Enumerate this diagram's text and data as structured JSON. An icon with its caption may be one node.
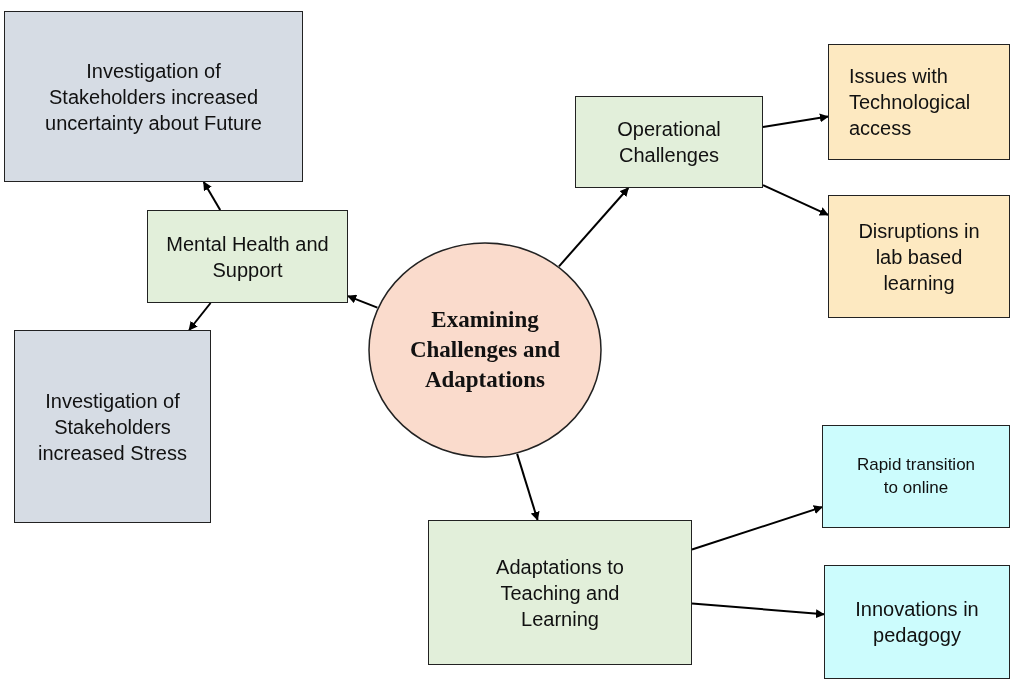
{
  "diagram": {
    "nodes": [
      {
        "text": [
          "Examining Challenges and Adaptations"
        ]
      },
      {
        "text": [
          "Mental Health and Support"
        ]
      },
      {
        "text": [
          "Investigation of Stakeholders increased uncertainty about Future"
        ]
      },
      {
        "text": [
          "Investigation of Stakeholders increased Stress"
        ]
      },
      {
        "text": [
          "Operational Challenges"
        ]
      },
      {
        "text": [
          "Issues with Technological access"
        ]
      },
      {
        "text": [
          "Disruptions in lab based learning"
        ]
      },
      {
        "text": [
          "Adaptations to Teaching and Learning"
        ]
      },
      {
        "text": [
          "Rapid transition to online"
        ]
      },
      {
        "text": [
          "Innovations in pedagogy"
        ]
      }
    ],
    "edges": [
      {
        "from": 0,
        "to": 1,
        "arrow": "to"
      },
      {
        "from": 1,
        "to": 2,
        "arrow": "to"
      },
      {
        "from": 1,
        "to": 3,
        "arrow": "to"
      },
      {
        "from": 0,
        "to": 4,
        "arrow": "to"
      },
      {
        "from": 4,
        "to": 5,
        "arrow": "to"
      },
      {
        "from": 4,
        "to": 6,
        "arrow": "to"
      },
      {
        "from": 0,
        "to": 7,
        "arrow": "to"
      },
      {
        "from": 7,
        "to": 8,
        "arrow": "to"
      },
      {
        "from": 7,
        "to": 9,
        "arrow": "to"
      }
    ]
  }
}
